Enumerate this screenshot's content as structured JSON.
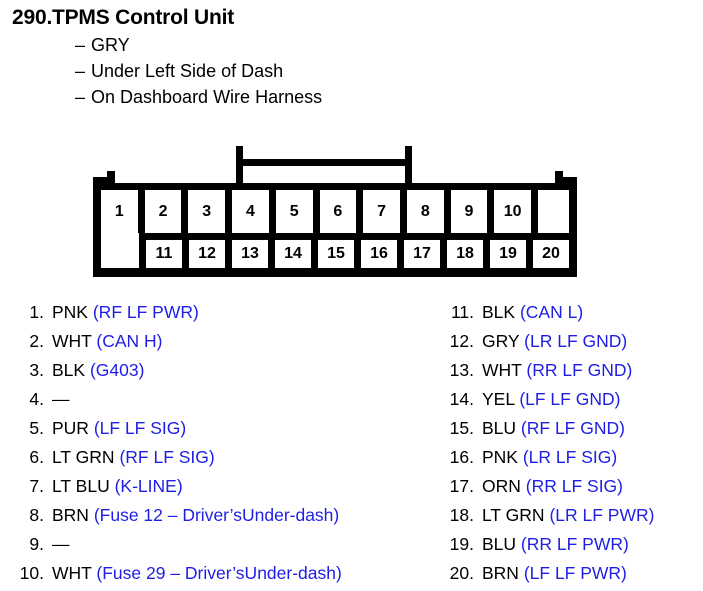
{
  "header": {
    "number": "290.",
    "title": "TPMS Control Unit",
    "dash": "–",
    "notes": [
      "GRY",
      "Under Left Side of Dash",
      "On Dashboard Wire Harness"
    ]
  },
  "connector": {
    "top_row_pins": [
      "1",
      "2",
      "3",
      "4",
      "5",
      "6",
      "7",
      "8",
      "9",
      "10"
    ],
    "bottom_row_pins": [
      "11",
      "12",
      "13",
      "14",
      "15",
      "16",
      "17",
      "18",
      "19",
      "20"
    ]
  },
  "colors": {
    "signal_blue": "#1e1ee6",
    "text_black": "#000000",
    "background": "#ffffff"
  },
  "pins_left": [
    {
      "num": "1.",
      "color": "PNK",
      "signal": "(RF LF PWR)"
    },
    {
      "num": "2.",
      "color": "WHT",
      "signal": "(CAN H)"
    },
    {
      "num": "3.",
      "color": "BLK",
      "signal": "(G403)"
    },
    {
      "num": "4.",
      "color": "—",
      "signal": ""
    },
    {
      "num": "5.",
      "color": "PUR",
      "signal": "(LF LF SIG)"
    },
    {
      "num": "6.",
      "color": "LT GRN",
      "signal": "(RF LF SIG)"
    },
    {
      "num": "7.",
      "color": "LT BLU",
      "signal": "(K-LINE)"
    },
    {
      "num": "8.",
      "color": "BRN",
      "signal": "(Fuse 12 – Driver’sUnder-dash)"
    },
    {
      "num": "9.",
      "color": "—",
      "signal": ""
    },
    {
      "num": "10.",
      "color": "WHT",
      "signal": "(Fuse 29 – Driver’sUnder-dash)"
    }
  ],
  "pins_right": [
    {
      "num": "11.",
      "color": "BLK",
      "signal": "(CAN L)"
    },
    {
      "num": "12.",
      "color": "GRY",
      "signal": "(LR LF GND)"
    },
    {
      "num": "13.",
      "color": "WHT",
      "signal": "(RR LF GND)"
    },
    {
      "num": "14.",
      "color": "YEL",
      "signal": "(LF LF GND)"
    },
    {
      "num": "15.",
      "color": "BLU",
      "signal": "(RF LF GND)"
    },
    {
      "num": "16.",
      "color": "PNK",
      "signal": "(LR LF SIG)"
    },
    {
      "num": "17.",
      "color": "ORN",
      "signal": "(RR LF SIG)"
    },
    {
      "num": "18.",
      "color": "LT GRN",
      "signal": "(LR LF PWR)"
    },
    {
      "num": "19.",
      "color": "BLU",
      "signal": "(RR LF PWR)"
    },
    {
      "num": "20.",
      "color": "BRN",
      "signal": "(LF LF PWR)"
    }
  ]
}
